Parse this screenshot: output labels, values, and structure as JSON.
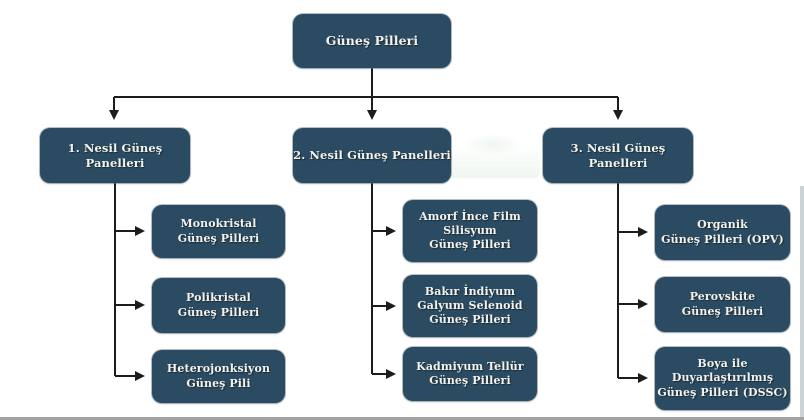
{
  "diagram": {
    "root": {
      "label": "Güneş Pilleri"
    },
    "branches": [
      {
        "label": "1. Nesil Güneş Panelleri",
        "children": [
          {
            "label": "Monokristal\nGüneş Pilleri"
          },
          {
            "label": "Polikristal\nGüneş Pilleri"
          },
          {
            "label": "Heterojonksiyon\nGüneş Pili"
          }
        ]
      },
      {
        "label": "2. Nesil Güneş Panelleri",
        "children": [
          {
            "label": "Amorf İnce Film\nSilisyum\nGüneş Pilleri"
          },
          {
            "label": "Bakır İndiyum\nGalyum Selenoid\nGüneş Pilleri"
          },
          {
            "label": "Kadmiyum Tellür\nGüneş Pilleri"
          }
        ]
      },
      {
        "label": "3. Nesil Güneş Panelleri",
        "children": [
          {
            "label": "Organik\nGüneş Pilleri (OPV)"
          },
          {
            "label": "Perovskite\nGüneş Pilleri"
          },
          {
            "label": "Boya ile\nDuyarlaştırılmış\nGüneş Pilleri (DSSC)"
          }
        ]
      }
    ]
  },
  "colors": {
    "node_fill": "#2a4b61",
    "node_text": "#f4f2ec",
    "connector": "#1c1c1c",
    "background": "#ffffff",
    "bottom_edge": "#a3a3a3"
  }
}
